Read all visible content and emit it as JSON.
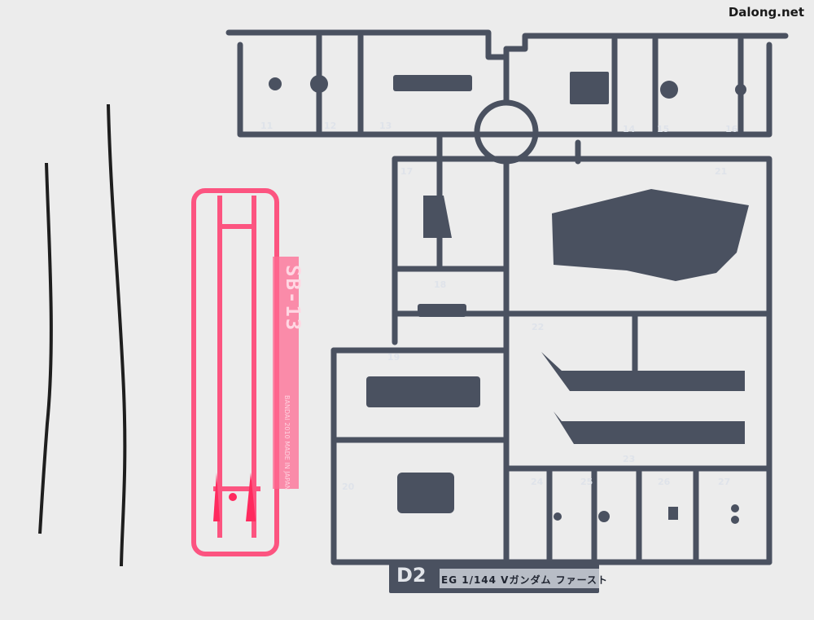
{
  "watermark": "Dalong.net",
  "colors": {
    "background": "#ececec",
    "runner": "#4a5160",
    "clear_pink": "#ff3a6e",
    "wire": "#1e1e1e"
  },
  "clear_runner": {
    "code": "SB-13",
    "fine_print": "BANDAI 2010 MADE IN JAPAN"
  },
  "main_runner": {
    "part_numbers": [
      "11",
      "12",
      "13",
      "14",
      "15",
      "16",
      "17",
      "18",
      "19",
      "20",
      "21",
      "22",
      "23",
      "24",
      "25",
      "26",
      "27"
    ],
    "plate_id": "D2",
    "plate_name": "EG 1/144 Vガンダム ファースト"
  }
}
